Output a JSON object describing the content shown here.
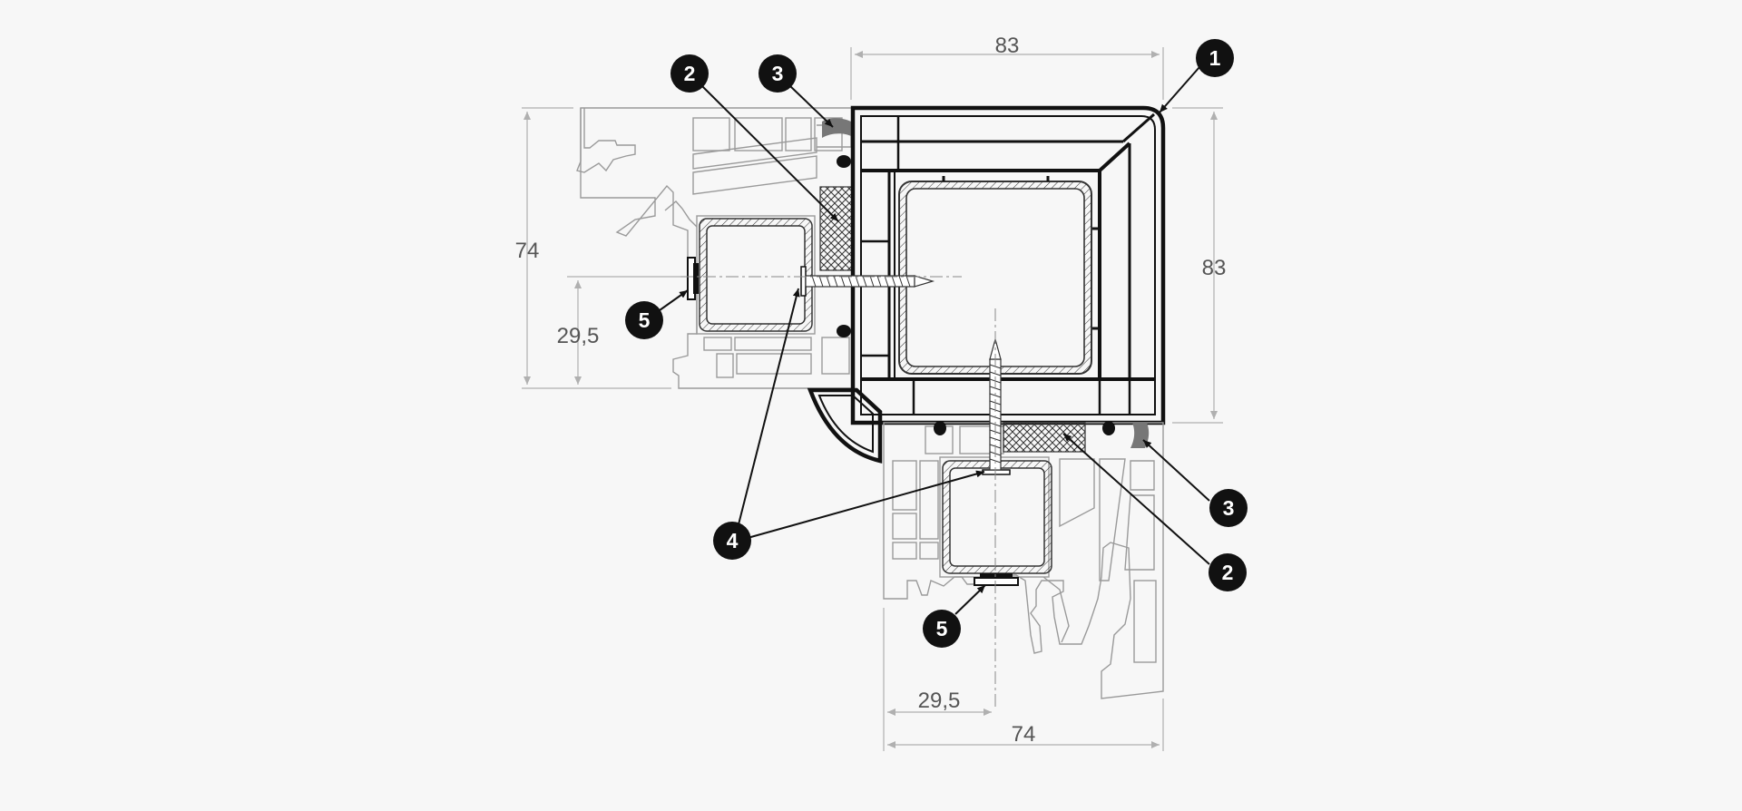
{
  "colors": {
    "background": "#f7f7f7",
    "outline": "#111111",
    "light_outline": "#9a9a9a",
    "dimension": "#b0b0b0",
    "dimension_text": "#555555",
    "callout_fill": "#111111",
    "callout_text": "#ffffff",
    "seal": "#777777"
  },
  "dimensions": {
    "top_width": "83",
    "right_height": "83",
    "left_height": "74",
    "left_offset": "29,5",
    "bottom_offset": "29,5",
    "bottom_width": "74"
  },
  "callouts": {
    "c1": "1",
    "c2_top": "2",
    "c3_top": "3",
    "c5_left": "5",
    "c4": "4",
    "c3_right": "3",
    "c2_right": "2",
    "c5_bottom": "5"
  }
}
